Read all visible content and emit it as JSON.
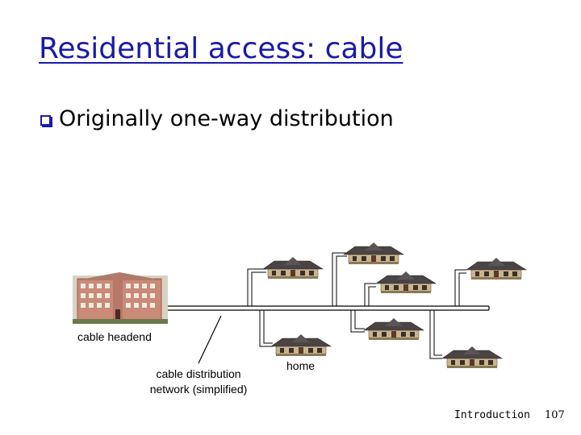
{
  "slide": {
    "title": "Residential access: cable",
    "bullet": "Originally one-way distribution"
  },
  "diagram": {
    "headend_label": "cable headend",
    "network_label_line1": "cable distribution",
    "network_label_line2": "network (simplified)",
    "home_label": "home"
  },
  "footer": {
    "section": "Introduction",
    "page": "107"
  },
  "colors": {
    "title": "#1a1aa8",
    "cable": "#000000",
    "roof": "#4a4444",
    "wall": "#c9b48e"
  }
}
